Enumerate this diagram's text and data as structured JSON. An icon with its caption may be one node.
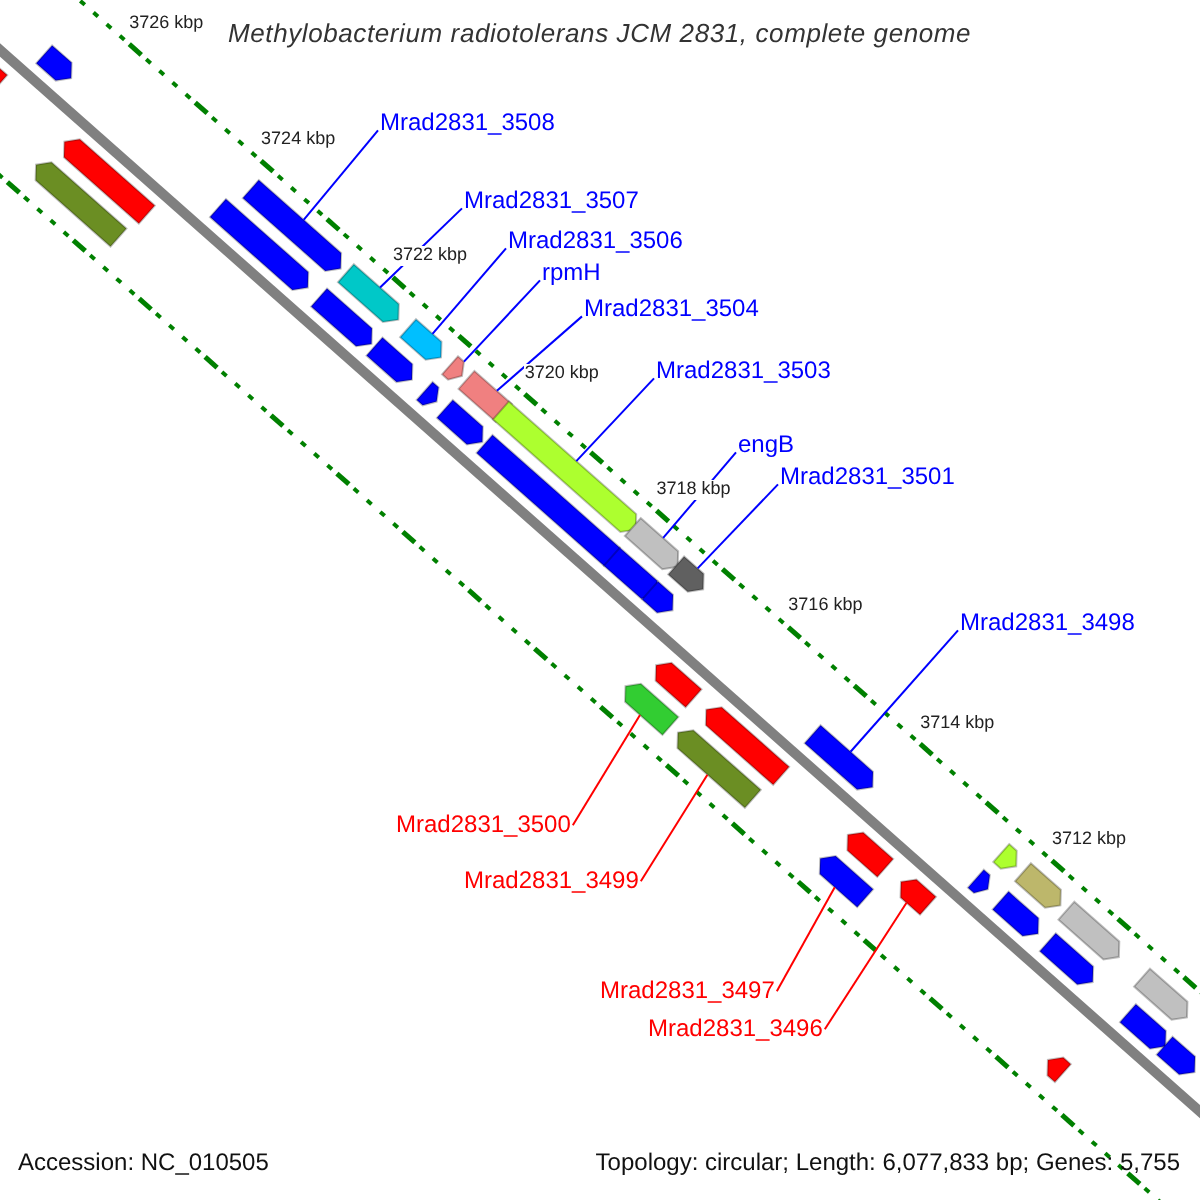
{
  "diagram": {
    "title": "Methylobacterium radiotolerans JCM 2831, complete genome",
    "nodes": [
      {
        "text": [
          "Mrad2831_3508"
        ]
      },
      {
        "text": [
          "Mrad2831_3507"
        ]
      },
      {
        "text": [
          "Mrad2831_3506"
        ]
      },
      {
        "text": [
          "rpmH"
        ]
      },
      {
        "text": [
          "Mrad2831_3504"
        ]
      },
      {
        "text": [
          "Mrad2831_3503"
        ]
      },
      {
        "text": [
          "engB"
        ]
      },
      {
        "text": [
          "Mrad2831_3501"
        ]
      },
      {
        "text": [
          "Mrad2831_3498"
        ]
      },
      {
        "text": [
          "Mrad2831_3500"
        ]
      },
      {
        "text": [
          "Mrad2831_3499"
        ]
      },
      {
        "text": [
          "Mrad2831_3497"
        ]
      },
      {
        "text": [
          "Mrad2831_3496"
        ]
      },
      {
        "text": [],
        "shape": "bar"
      },
      {
        "text": [],
        "shape": "bar"
      },
      {
        "text": [],
        "shape": "bar"
      },
      {
        "text": [],
        "shape": "bar"
      },
      {
        "text": [],
        "shape": "bar"
      },
      {
        "text": [],
        "shape": "bar"
      },
      {
        "text": [],
        "shape": "bar"
      },
      {
        "text": [],
        "shape": "bar"
      },
      {
        "text": [],
        "shape": "bar"
      },
      {
        "text": [],
        "shape": "bar"
      },
      {
        "text": [],
        "shape": "bar"
      },
      {
        "text": [],
        "shape": "bar"
      },
      {
        "text": [],
        "shape": "bar"
      },
      {
        "text": [],
        "shape": "bar"
      },
      {
        "text": [],
        "shape": "bar"
      },
      {
        "text": [],
        "shape": "bar"
      },
      {
        "text": [],
        "shape": "bar"
      },
      {
        "text": [],
        "shape": "bar"
      },
      {
        "text": [],
        "shape": "bar"
      },
      {
        "text": [],
        "shape": "bar"
      },
      {
        "text": [],
        "shape": "bar"
      },
      {
        "text": [],
        "shape": "bar"
      },
      {
        "text": [],
        "shape": "bar"
      },
      {
        "text": [],
        "shape": "bar"
      },
      {
        "text": [],
        "shape": "bar"
      },
      {
        "text": [],
        "shape": "bar"
      },
      {
        "text": [],
        "shape": "bar"
      },
      {
        "text": [],
        "shape": "bar"
      },
      {
        "text": [],
        "shape": "bar"
      },
      {
        "text": [],
        "shape": "bar"
      },
      {
        "text": [],
        "shape": "bar"
      },
      {
        "text": [],
        "shape": "bar"
      },
      {
        "text": [],
        "shape": "bar"
      },
      {
        "text": [],
        "shape": "bar"
      },
      {
        "text": [],
        "shape": "bar"
      },
      {
        "text": [],
        "shape": "bar"
      },
      {
        "text": [],
        "shape": "bar"
      },
      {
        "text": [],
        "shape": "bar"
      }
    ],
    "edges": [
      {
        "from": 0,
        "to": 18,
        "arrow": "none"
      },
      {
        "from": 1,
        "to": 20,
        "arrow": "none"
      },
      {
        "from": 2,
        "to": 22,
        "arrow": "none"
      },
      {
        "from": 3,
        "to": 24,
        "arrow": "none"
      },
      {
        "from": 4,
        "to": 26,
        "arrow": "none"
      },
      {
        "from": 5,
        "to": 27,
        "arrow": "none"
      },
      {
        "from": 6,
        "to": 29,
        "arrow": "none"
      },
      {
        "from": 7,
        "to": 32,
        "arrow": "none"
      },
      {
        "from": 8,
        "to": 37,
        "arrow": "none"
      },
      {
        "from": 9,
        "to": 33,
        "arrow": "none",
        "color": "#ff0000"
      },
      {
        "from": 10,
        "to": 35,
        "arrow": "none",
        "color": "#ff0000"
      },
      {
        "from": 11,
        "to": 38,
        "arrow": "none",
        "color": "#ff0000"
      },
      {
        "from": 12,
        "to": 40,
        "arrow": "none",
        "color": "#ff0000"
      }
    ],
    "labels": [
      "3726 kbp",
      "3724 kbp",
      "3722 kbp",
      "3720 kbp",
      "3718 kbp",
      "3716 kbp",
      "3714 kbp",
      "3712 kbp",
      "Accession: NC_010505",
      "Topology: circular; Length: 6,077,833 bp; Genes: 5,755"
    ]
  }
}
